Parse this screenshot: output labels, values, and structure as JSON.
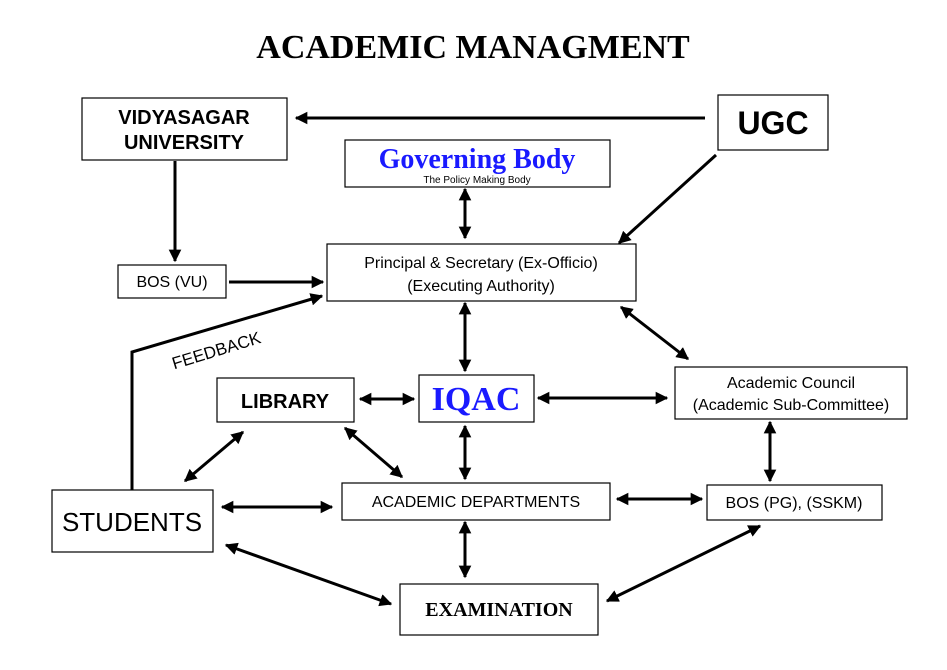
{
  "title": "ACADEMIC MANAGMENT",
  "nodes": {
    "vu_line1": "VIDYASAGAR",
    "vu_line2": "UNIVERSITY",
    "ugc": "UGC",
    "governing_body": "Governing Body",
    "governing_body_sub": "The Policy Making Body",
    "principal_line1": "Principal & Secretary (Ex-Officio)",
    "principal_line2": "(Executing Authority)",
    "bos_vu": "BOS (VU)",
    "library": "LIBRARY",
    "iqac": "IQAC",
    "academic_council_line1": "Academic Council",
    "academic_council_line2": "(Academic Sub-Committee)",
    "students": "STUDENTS",
    "academic_departments": "ACADEMIC DEPARTMENTS",
    "bos_pg": "BOS (PG), (SSKM)",
    "examination": "EXAMINATION"
  },
  "edge_labels": {
    "feedback": "FEEDBACK"
  },
  "colors": {
    "accent": "#1a1aff",
    "line": "#000000",
    "background": "#ffffff"
  }
}
